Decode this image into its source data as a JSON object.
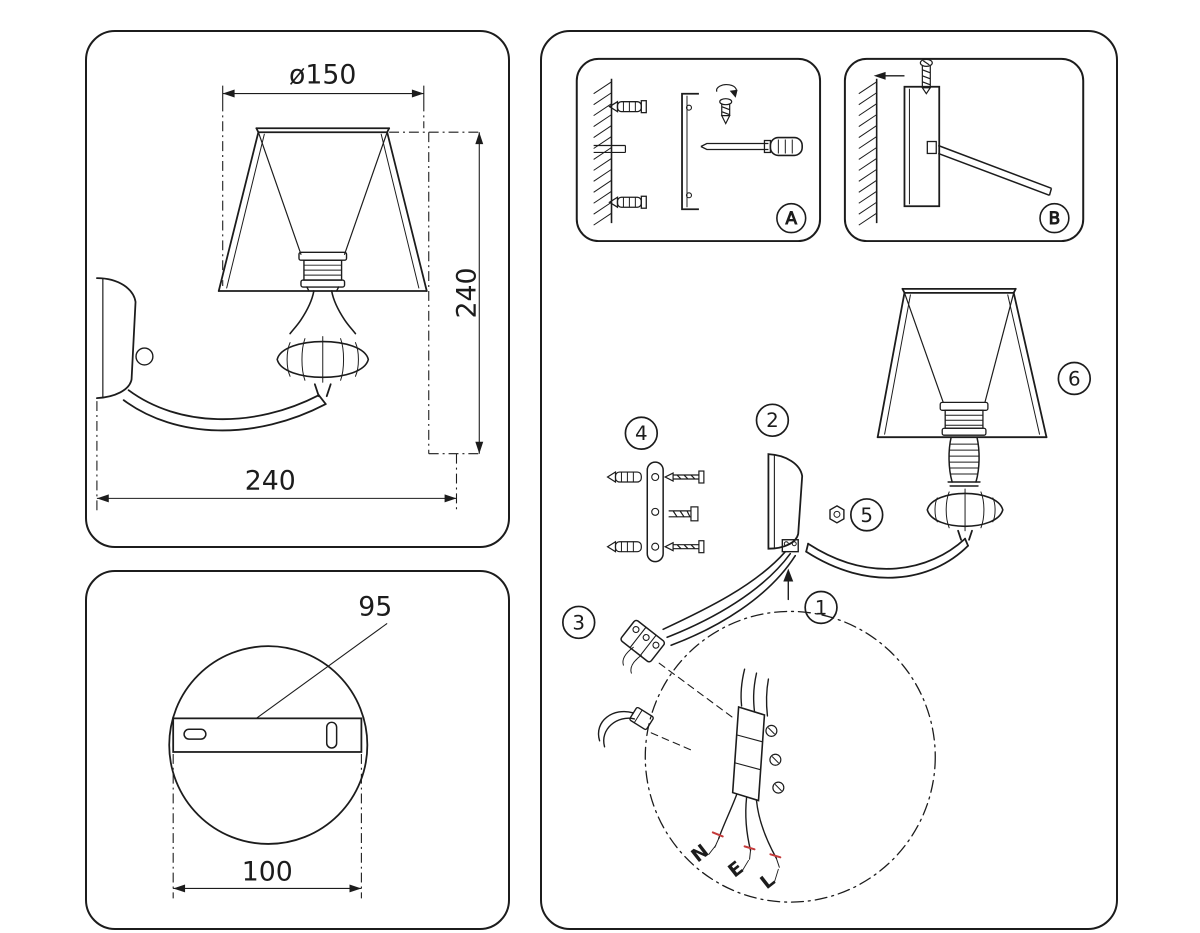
{
  "colors": {
    "line": "#1c1c1c",
    "background": "#ffffff",
    "wire_mark_red": "#c43b3b"
  },
  "dimension_panel": {
    "diameter": "ø150",
    "height": "240",
    "depth": "240"
  },
  "backplate_panel": {
    "slot_distance": "95",
    "plate_width": "100"
  },
  "install_panel": {
    "inset_a_label": "A",
    "inset_b_label": "B",
    "callouts": {
      "c1": "1",
      "c2": "2",
      "c3": "3",
      "c4": "4",
      "c5": "5",
      "c6": "6"
    },
    "wires": {
      "neutral": "N",
      "earth": "E",
      "live": "L"
    }
  }
}
